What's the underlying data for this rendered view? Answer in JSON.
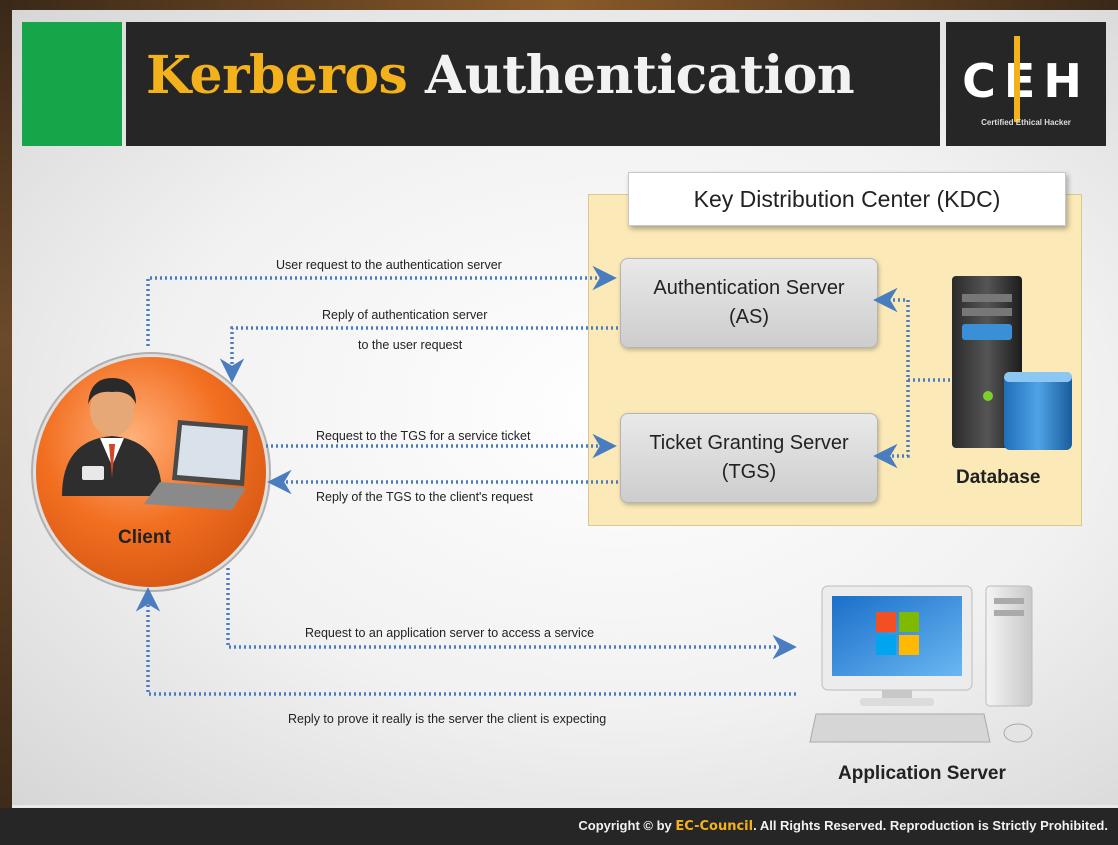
{
  "header": {
    "title_word1": "Kerberos",
    "title_word2": "Authentication",
    "logo_letters": "CEH",
    "logo_subtitle": "Certified  Ethical  Hacker"
  },
  "kdc": {
    "label": "Key Distribution Center (KDC)",
    "as_line1": "Authentication Server",
    "as_line2": "(AS)",
    "tgs_line1": "Ticket Granting Server",
    "tgs_line2": "(TGS)",
    "database_label": "Database"
  },
  "client": {
    "label": "Client"
  },
  "app_server": {
    "label": "Application Server"
  },
  "flows": {
    "msg1": "User request to the authentication server",
    "msg2_line1": "Reply of authentication server",
    "msg2_line2": "to the user request",
    "msg3": "Request to the TGS for a service ticket",
    "msg4": "Reply of the TGS to the client's request",
    "msg5": "Request to an application server to access a service",
    "msg6": "Reply to prove it really is the server the client is expecting"
  },
  "footer": {
    "prefix": "Copyright © by ",
    "brand": "EC-Council",
    "suffix": ". All Rights Reserved. Reproduction is Strictly Prohibited."
  },
  "colors": {
    "accent_yellow": "#f3b21b",
    "accent_green": "#17a54a",
    "client_orange": "#f26f21",
    "arrow_blue": "#4a7cc0",
    "kdc_fill": "#fbe9b7",
    "header_dark": "#262626"
  },
  "icons": [
    "user-icon",
    "laptop-icon",
    "server-tower-icon",
    "database-cylinder-icon",
    "desktop-computer-icon",
    "windows-logo-icon",
    "keyboard-icon",
    "mouse-icon"
  ]
}
